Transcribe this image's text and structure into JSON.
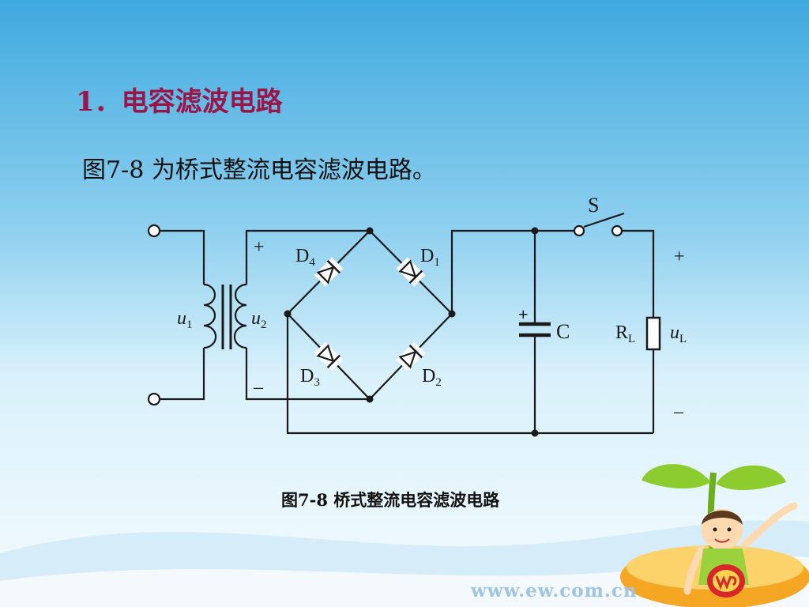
{
  "slide": {
    "title": "1．电容滤波电路",
    "intro": "图7-8 为桥式整流电容滤波电路。",
    "caption": "图7-8   桥式整流电容滤波电路",
    "watermark": "www.ew.com.cn"
  },
  "circuit": {
    "labels": {
      "switch": "S",
      "plus_secondary": "+",
      "minus_secondary": "–",
      "u1": "u",
      "u1_sub": "1",
      "u2": "u",
      "u2_sub": "2",
      "d1": "D",
      "d1_sub": "1",
      "d2": "D",
      "d2_sub": "2",
      "d3": "D",
      "d3_sub": "3",
      "d4": "D",
      "d4_sub": "4",
      "cap_plus": "+",
      "cap": "C",
      "rl": "R",
      "rl_sub": "L",
      "ul": "u",
      "ul_sub": "L",
      "out_plus": "+",
      "out_minus": "–"
    }
  },
  "colors": {
    "title": "#9b1548",
    "sky_top": "#3fa9df",
    "sky_bottom": "#eaf7fd",
    "wire": "#1a1a1a",
    "watermark": "#9ec4e6",
    "leaf": "#8ccc2e",
    "pot": "#f5a623"
  },
  "icons": {
    "corner_logo": "ew-logo",
    "decoration": "boy-sprout-illustration"
  }
}
